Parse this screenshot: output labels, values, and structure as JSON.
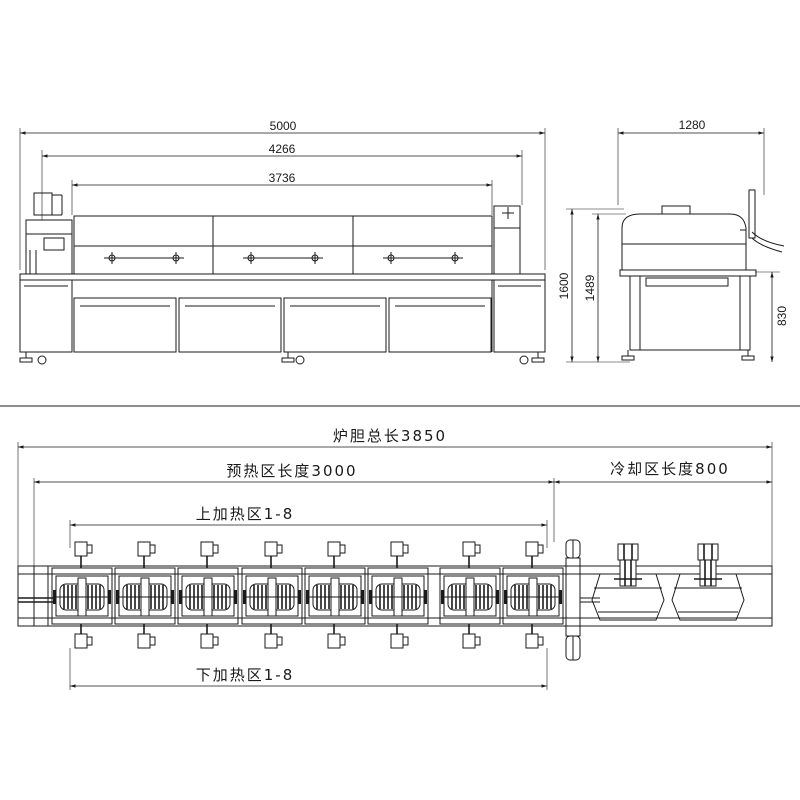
{
  "front_view": {
    "dims": {
      "overall": "5000",
      "inner": "4266",
      "chamber": "3736"
    }
  },
  "side_view": {
    "dims": {
      "width": "1280",
      "total_height": "1600",
      "cover_height": "1489",
      "base_height": "830"
    }
  },
  "plan_view": {
    "labels": {
      "furnace_length": "炉胆总长3850",
      "preheat_zone": "预热区长度3000",
      "cooling_zone": "冷却区长度800",
      "upper_heating": "上加热区1-8",
      "lower_heating": "下加热区1-8"
    },
    "heater_count": 8,
    "cooler_count": 2
  }
}
